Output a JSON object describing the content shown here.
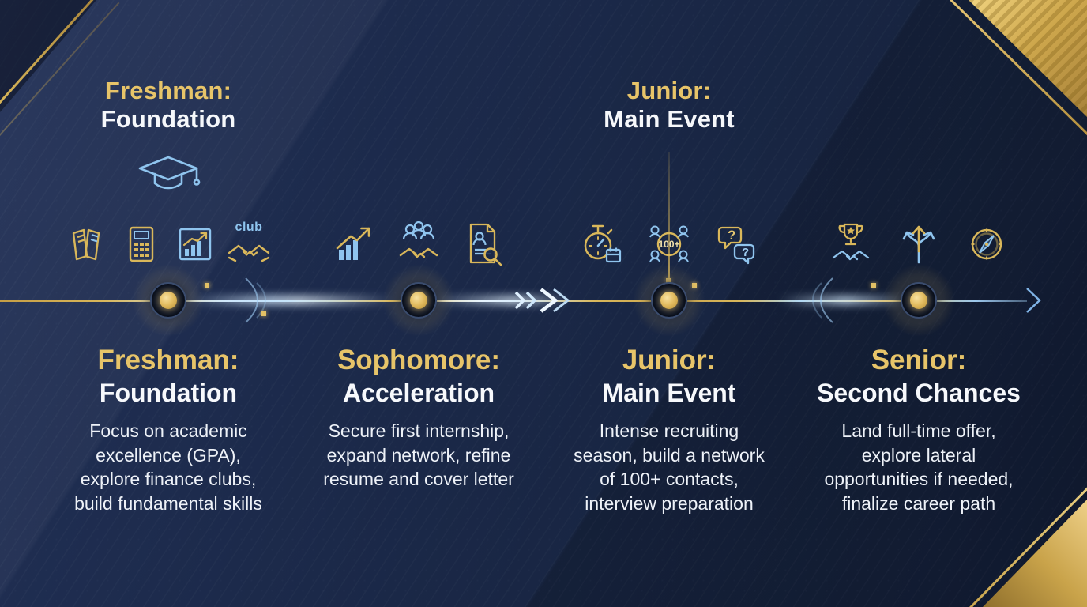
{
  "palette": {
    "background": "#1b2949",
    "gold": "#d9b75a",
    "light_blue": "#8fc4ee",
    "white": "#f6f8fb"
  },
  "glyphs": {
    "question_mark": "?"
  },
  "top_labels": [
    {
      "title": "Freshman:",
      "subtitle": "Foundation"
    },
    {
      "title": "Junior:",
      "subtitle": "Main Event"
    }
  ],
  "stages": [
    {
      "title": "Freshman:",
      "subtitle": "Foundation",
      "description": "Focus on academic excellence (GPA), explore finance clubs, build fundamental skills",
      "badge": "club",
      "icons": [
        "books-icon",
        "calculator-icon",
        "bar-chart-icon",
        "club-handshake-icon",
        "graduation-cap-icon"
      ]
    },
    {
      "title": "Sophomore:",
      "subtitle": "Acceleration",
      "description": "Secure first internship, expand network, refine resume and cover letter",
      "icons": [
        "growth-chart-icon",
        "network-handshake-icon",
        "resume-search-icon"
      ]
    },
    {
      "title": "Junior:",
      "subtitle": "Main Event",
      "description": "Intense recruiting season, build a network of 100+ contacts, interview preparation",
      "contacts_label": "100+",
      "icons": [
        "stopwatch-calendar-icon",
        "contacts-network-icon",
        "question-bubbles-icon"
      ]
    },
    {
      "title": "Senior:",
      "subtitle": "Second Chances",
      "description": "Land full-time offer, explore lateral opportunities if needed, finalize career path",
      "icons": [
        "trophy-handshake-icon",
        "career-paths-icon",
        "compass-icon"
      ]
    }
  ]
}
